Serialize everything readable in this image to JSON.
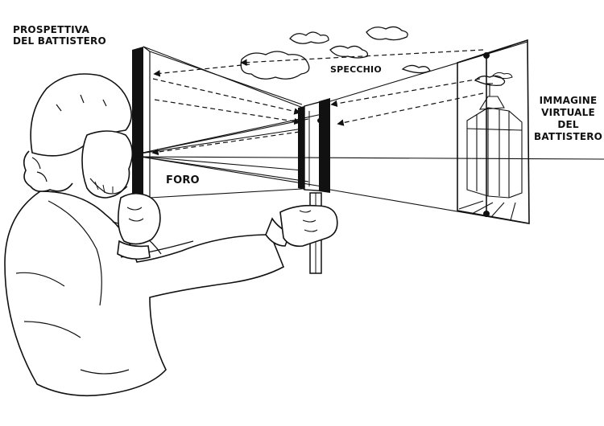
{
  "labels": {
    "prospettiva_line1": "PROSPETTIVA",
    "prospettiva_line2": "DEL BATTISTERO",
    "foro": "FORO",
    "specchio": "SPECCHIO",
    "virtual_line1": "IMMAGINE",
    "virtual_line2": "VIRTUALE",
    "virtual_line3": "DEL",
    "virtual_line4": "BATTISTERO"
  },
  "colors": {
    "ink": "#111111",
    "paper": "#ffffff"
  }
}
